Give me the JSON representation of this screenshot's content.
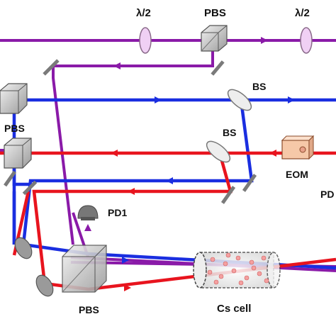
{
  "labels": {
    "wp1": "λ/2",
    "pbs_top": "PBS",
    "wp2": "λ/2",
    "bs1": "BS",
    "pbs_left": "PBS",
    "bs2": "BS",
    "eom": "EOM",
    "pd_right": "PD",
    "pd1": "PD1",
    "pbs_bottom": "PBS",
    "cell": "Cs cell"
  },
  "colors": {
    "red_beam": "#e8141e",
    "blue_beam": "#1a2ee0",
    "purple_beam": "#8a1aa8",
    "optic_gray": "#7a7a7a",
    "eom_fill": "#f6c8a8"
  }
}
